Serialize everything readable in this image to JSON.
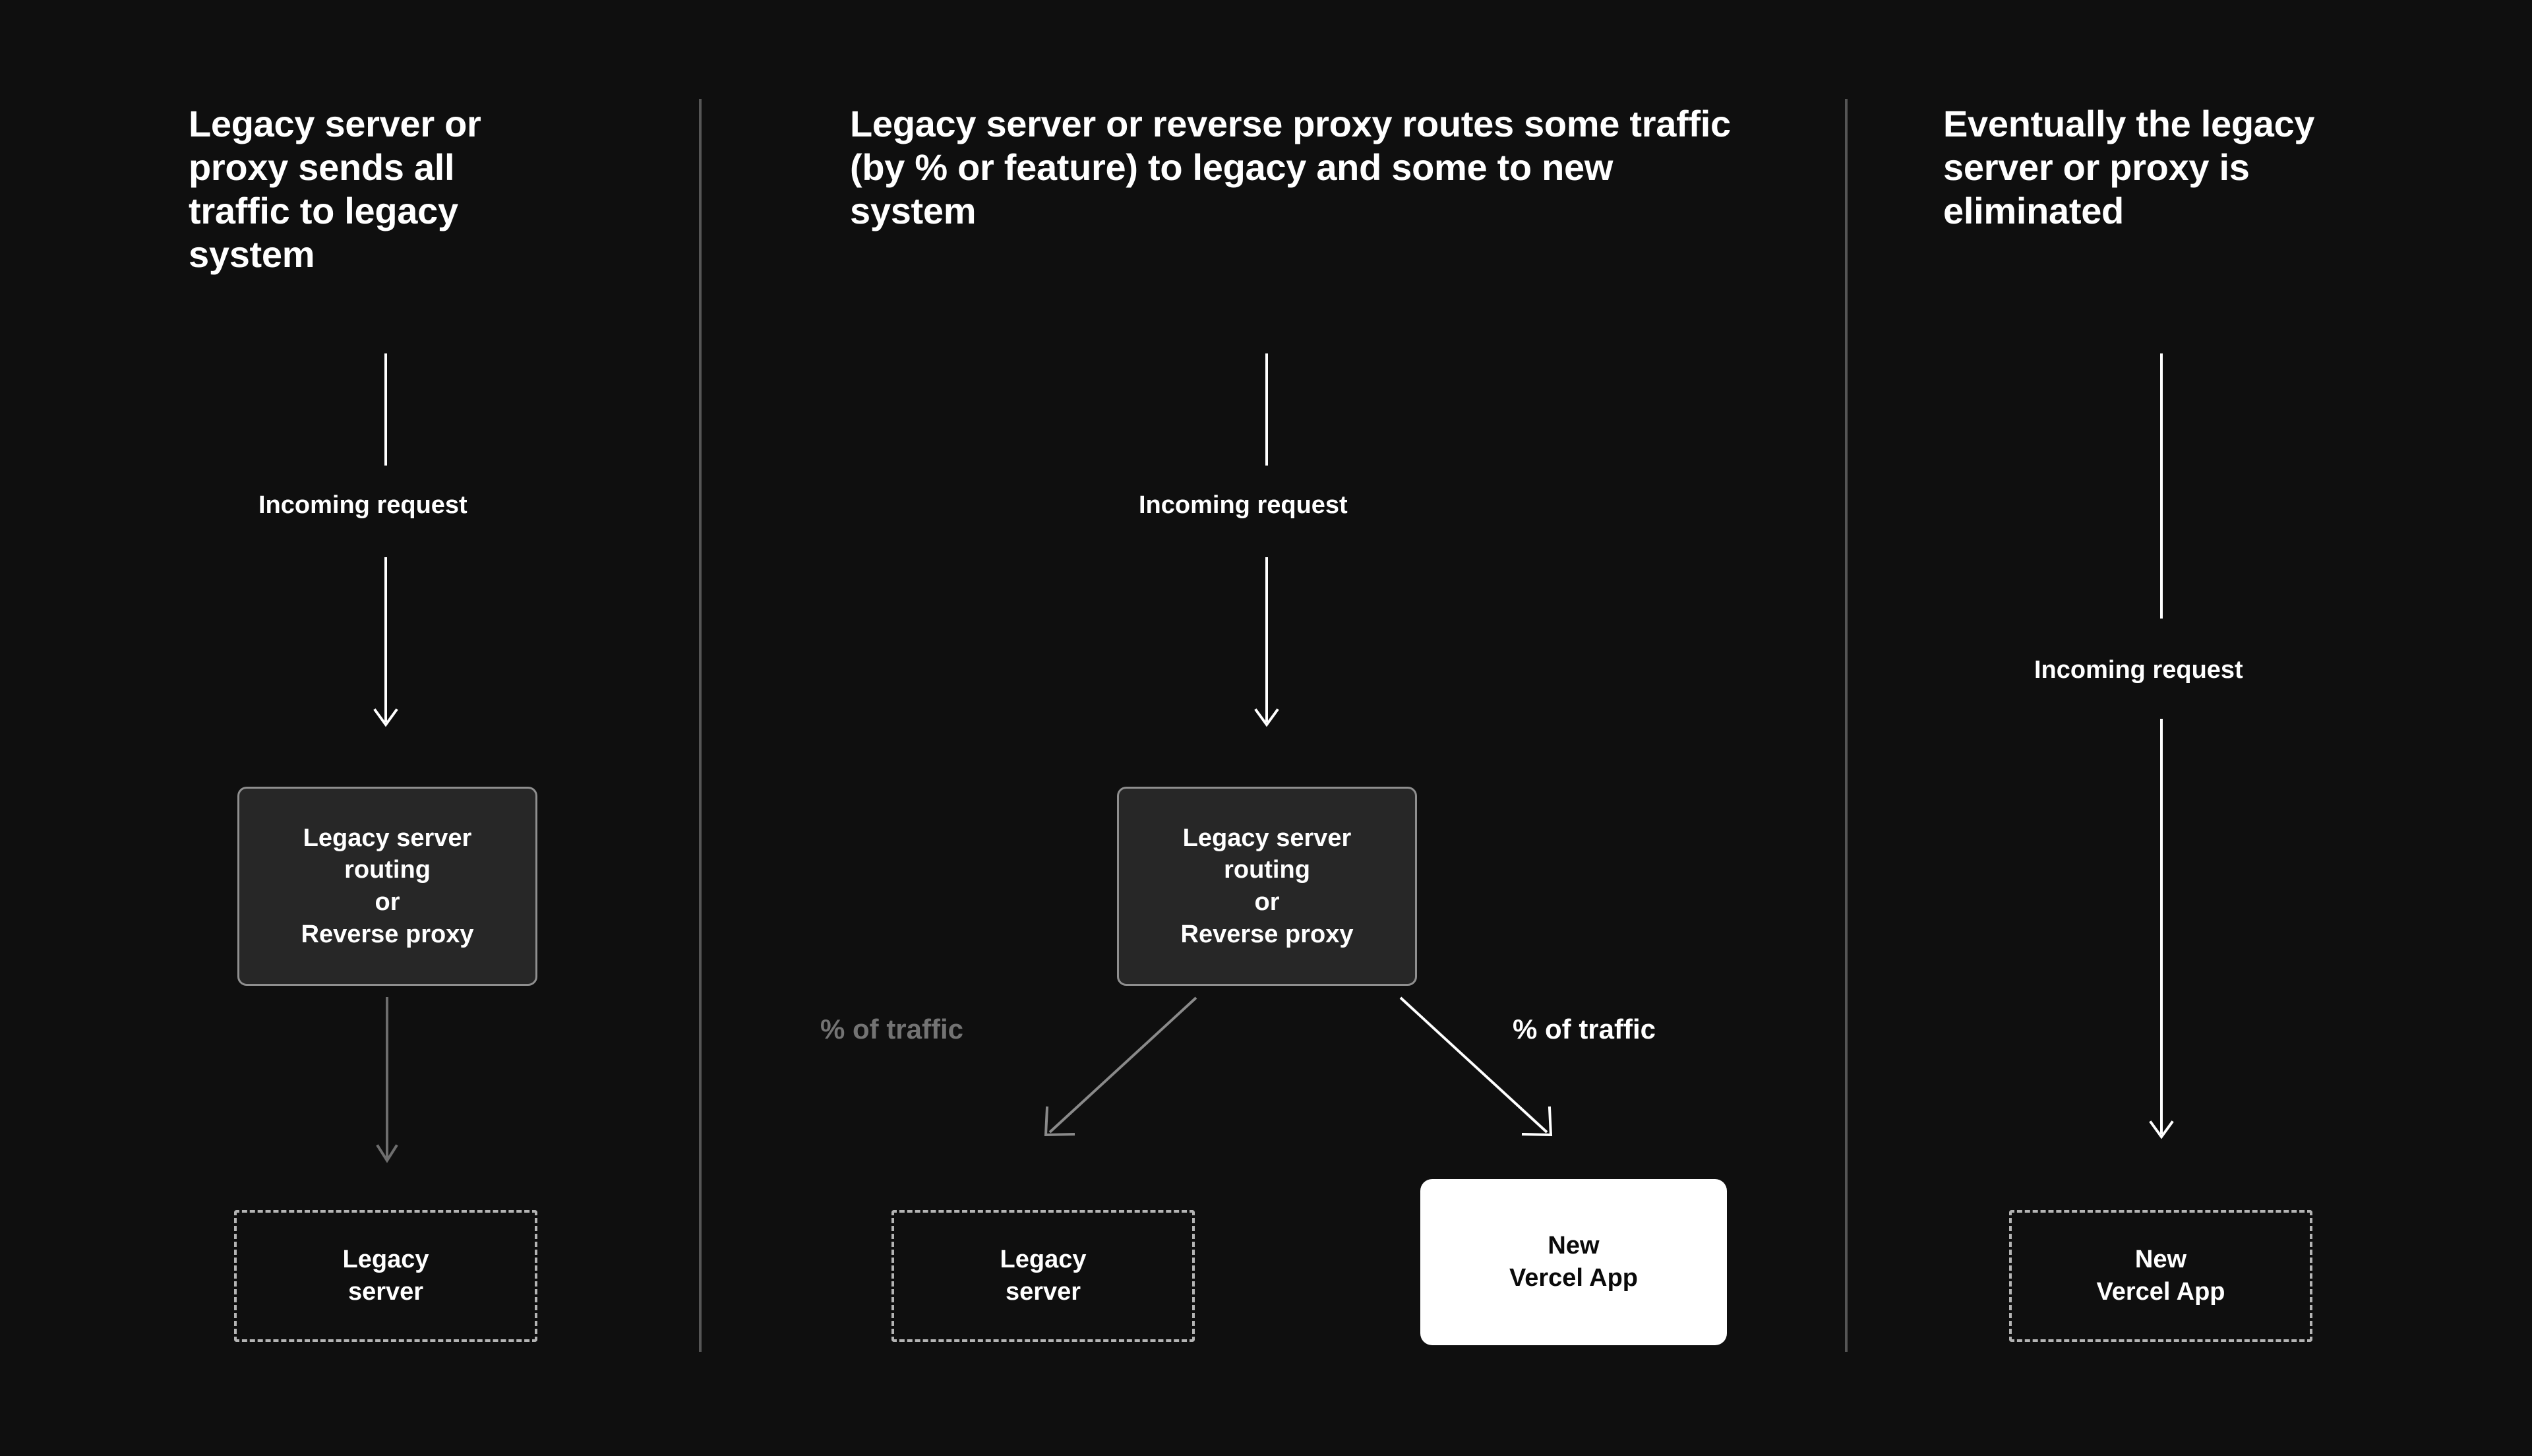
{
  "background_color": "#0f0f0f",
  "divider_color": "#555555",
  "columns": [
    {
      "id": "column-1",
      "heading": "Legacy server or proxy sends all traffic to legacy system",
      "incoming_label": "Incoming request",
      "router_box": {
        "line1": "Legacy server",
        "line2": "routing",
        "line3": "or",
        "line4": "Reverse proxy",
        "fill": "#272727",
        "border": "#8f8f8f"
      },
      "target_box": {
        "line1": "Legacy",
        "line2": "server",
        "style": "dashed",
        "border": "#b4b4b4"
      }
    },
    {
      "id": "column-2",
      "heading": "Legacy server or reverse proxy routes some traffic (by % or feature) to legacy and some to new system",
      "incoming_label": "Incoming request",
      "router_box": {
        "line1": "Legacy server",
        "line2": "routing",
        "line3": "or",
        "line4": "Reverse proxy",
        "fill": "#272727",
        "border": "#8f8f8f"
      },
      "traffic_label_left": "% of traffic",
      "traffic_label_right": "% of traffic",
      "target_box_left": {
        "line1": "Legacy",
        "line2": "server",
        "style": "dashed",
        "border": "#b4b4b4"
      },
      "target_box_right": {
        "line1": "New",
        "line2": "Vercel App",
        "style": "solid-white",
        "fill": "#ffffff",
        "text_color": "#0a0a0a"
      }
    },
    {
      "id": "column-3",
      "heading": "Eventually the legacy server or proxy is eliminated",
      "incoming_label": "Incoming request",
      "target_box": {
        "line1": "New",
        "line2": "Vercel App",
        "style": "dashed",
        "border": "#b4b4b4"
      }
    }
  ]
}
